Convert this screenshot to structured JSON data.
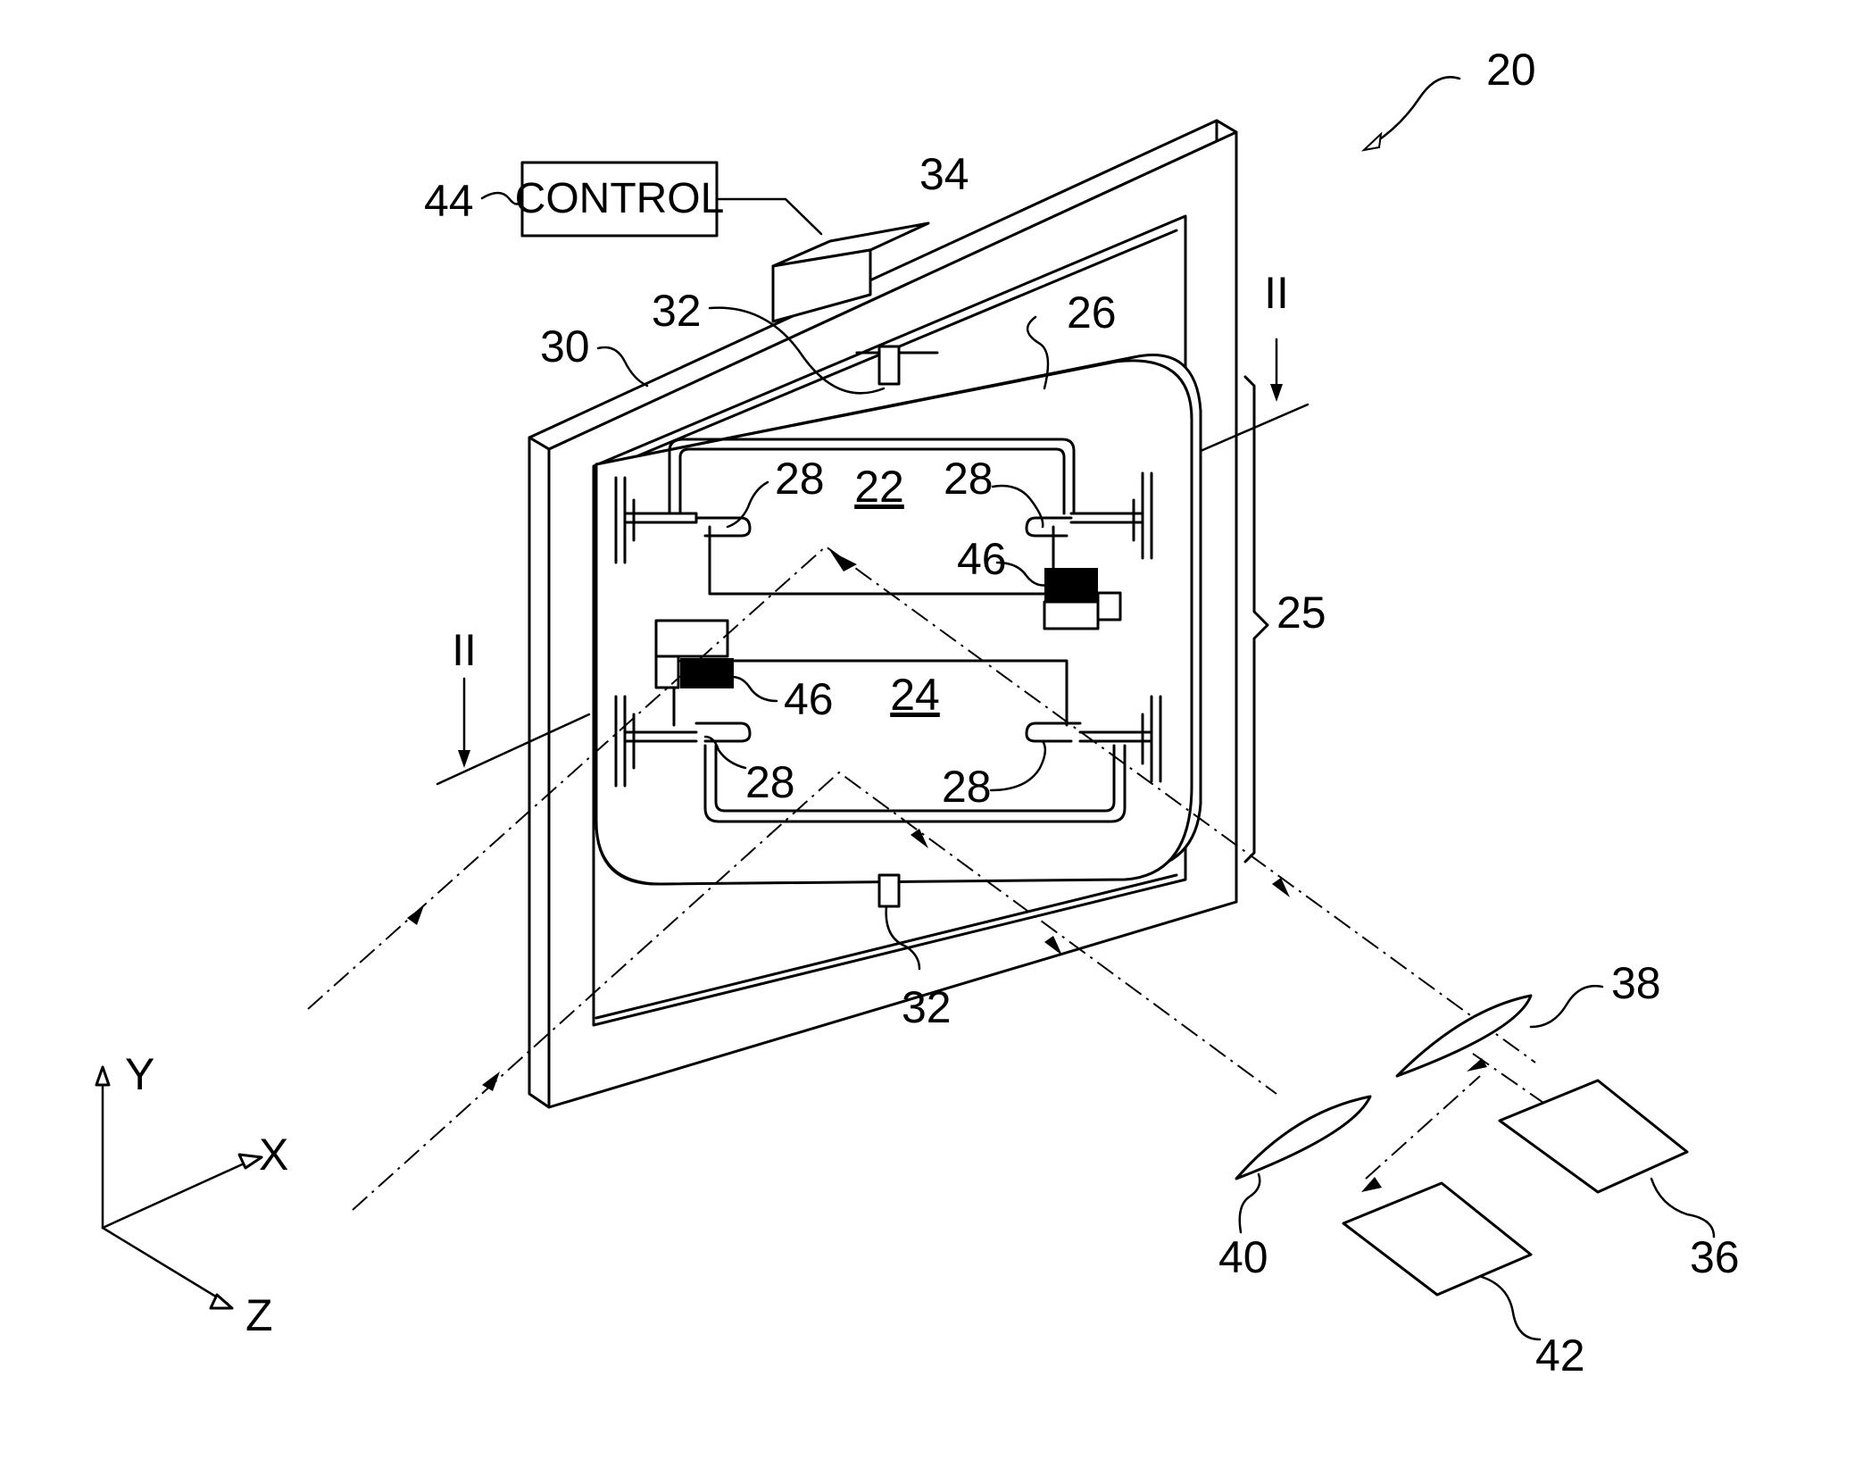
{
  "figure": {
    "control_box": "CONTROL",
    "section_marks": [
      "II",
      "II"
    ],
    "axes": {
      "x": "X",
      "y": "Y",
      "z": "Z"
    },
    "labels": {
      "ref20": "20",
      "ref22": "22",
      "ref24": "24",
      "ref25": "25",
      "ref26": "26",
      "ref28a": "28",
      "ref28b": "28",
      "ref28c": "28",
      "ref28d": "28",
      "ref30": "30",
      "ref32_top": "32",
      "ref32_bottom": "32",
      "ref34": "34",
      "ref36": "36",
      "ref38": "38",
      "ref40": "40",
      "ref42": "42",
      "ref44": "44",
      "ref46_right": "46",
      "ref46_left": "46"
    },
    "colors": {
      "line": "#000000",
      "background": "#ffffff",
      "fill_dark": "#000000"
    }
  }
}
